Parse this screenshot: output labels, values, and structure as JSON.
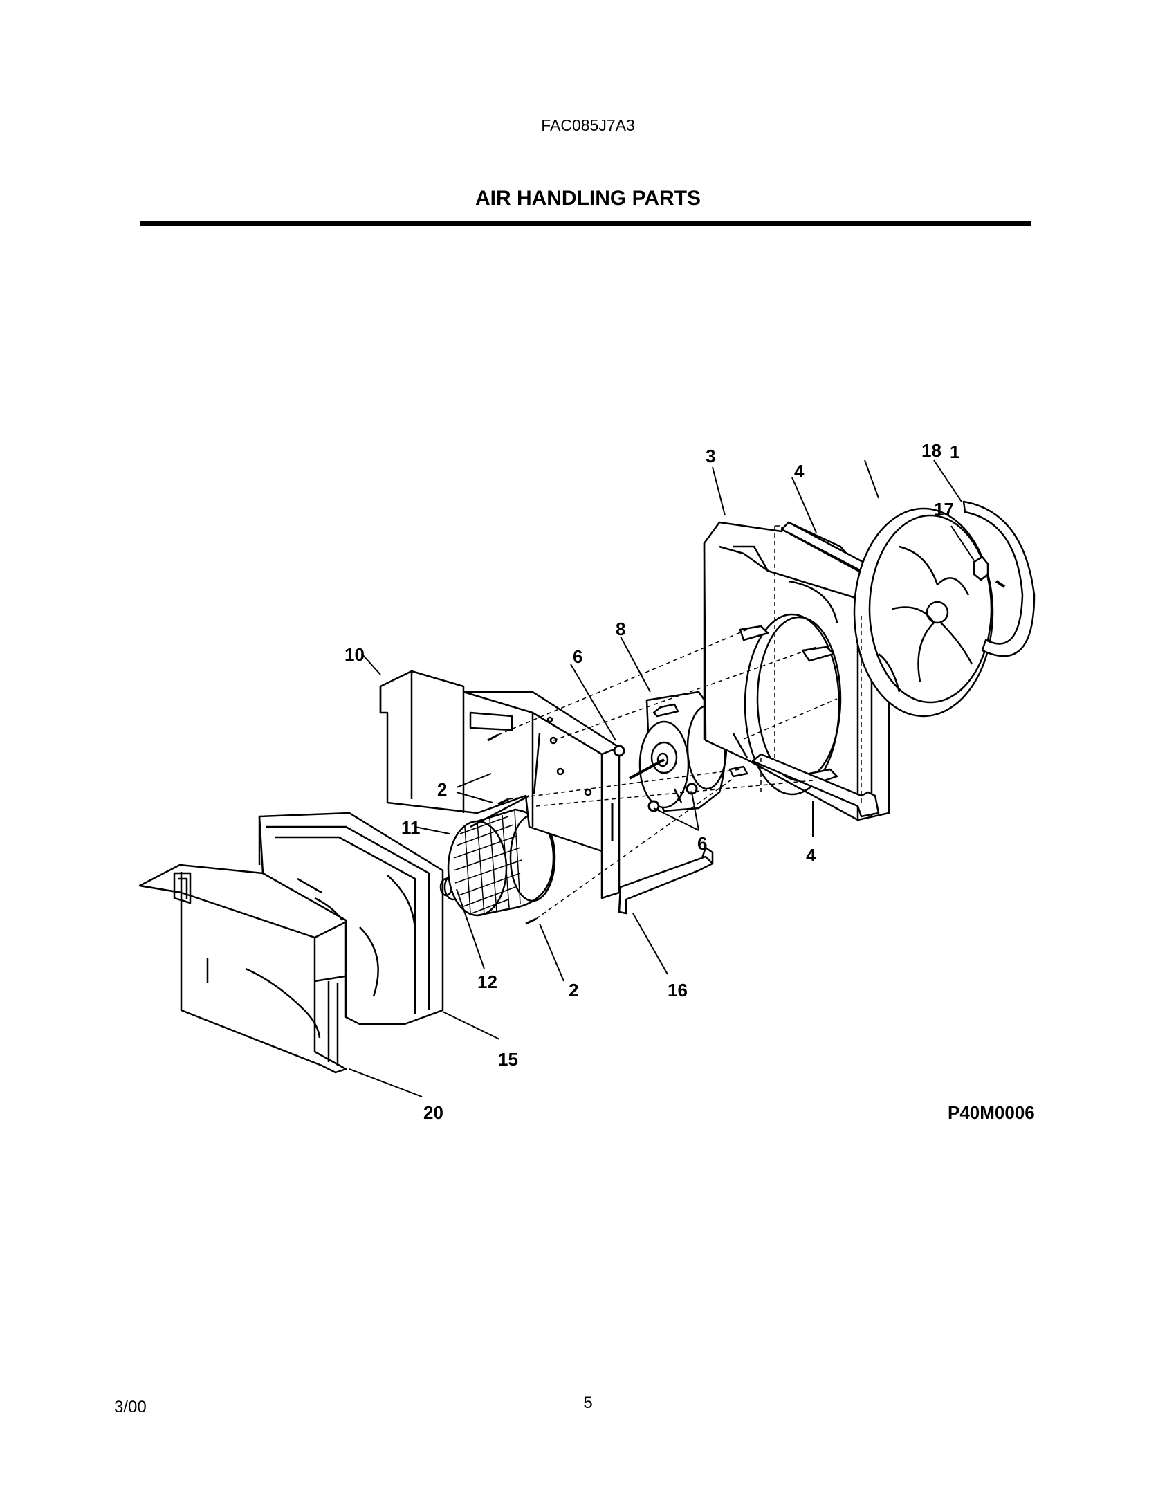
{
  "header": {
    "model_number": "FAC085J7A3",
    "title": "AIR HANDLING PARTS"
  },
  "diagram": {
    "callouts": [
      "1",
      "2",
      "2",
      "2",
      "3",
      "4",
      "4",
      "6",
      "6",
      "8",
      "10",
      "11",
      "12",
      "15",
      "16",
      "17",
      "18",
      "20"
    ],
    "figure_code": "P40M0006"
  },
  "footer": {
    "date": "3/00",
    "page": "5"
  }
}
